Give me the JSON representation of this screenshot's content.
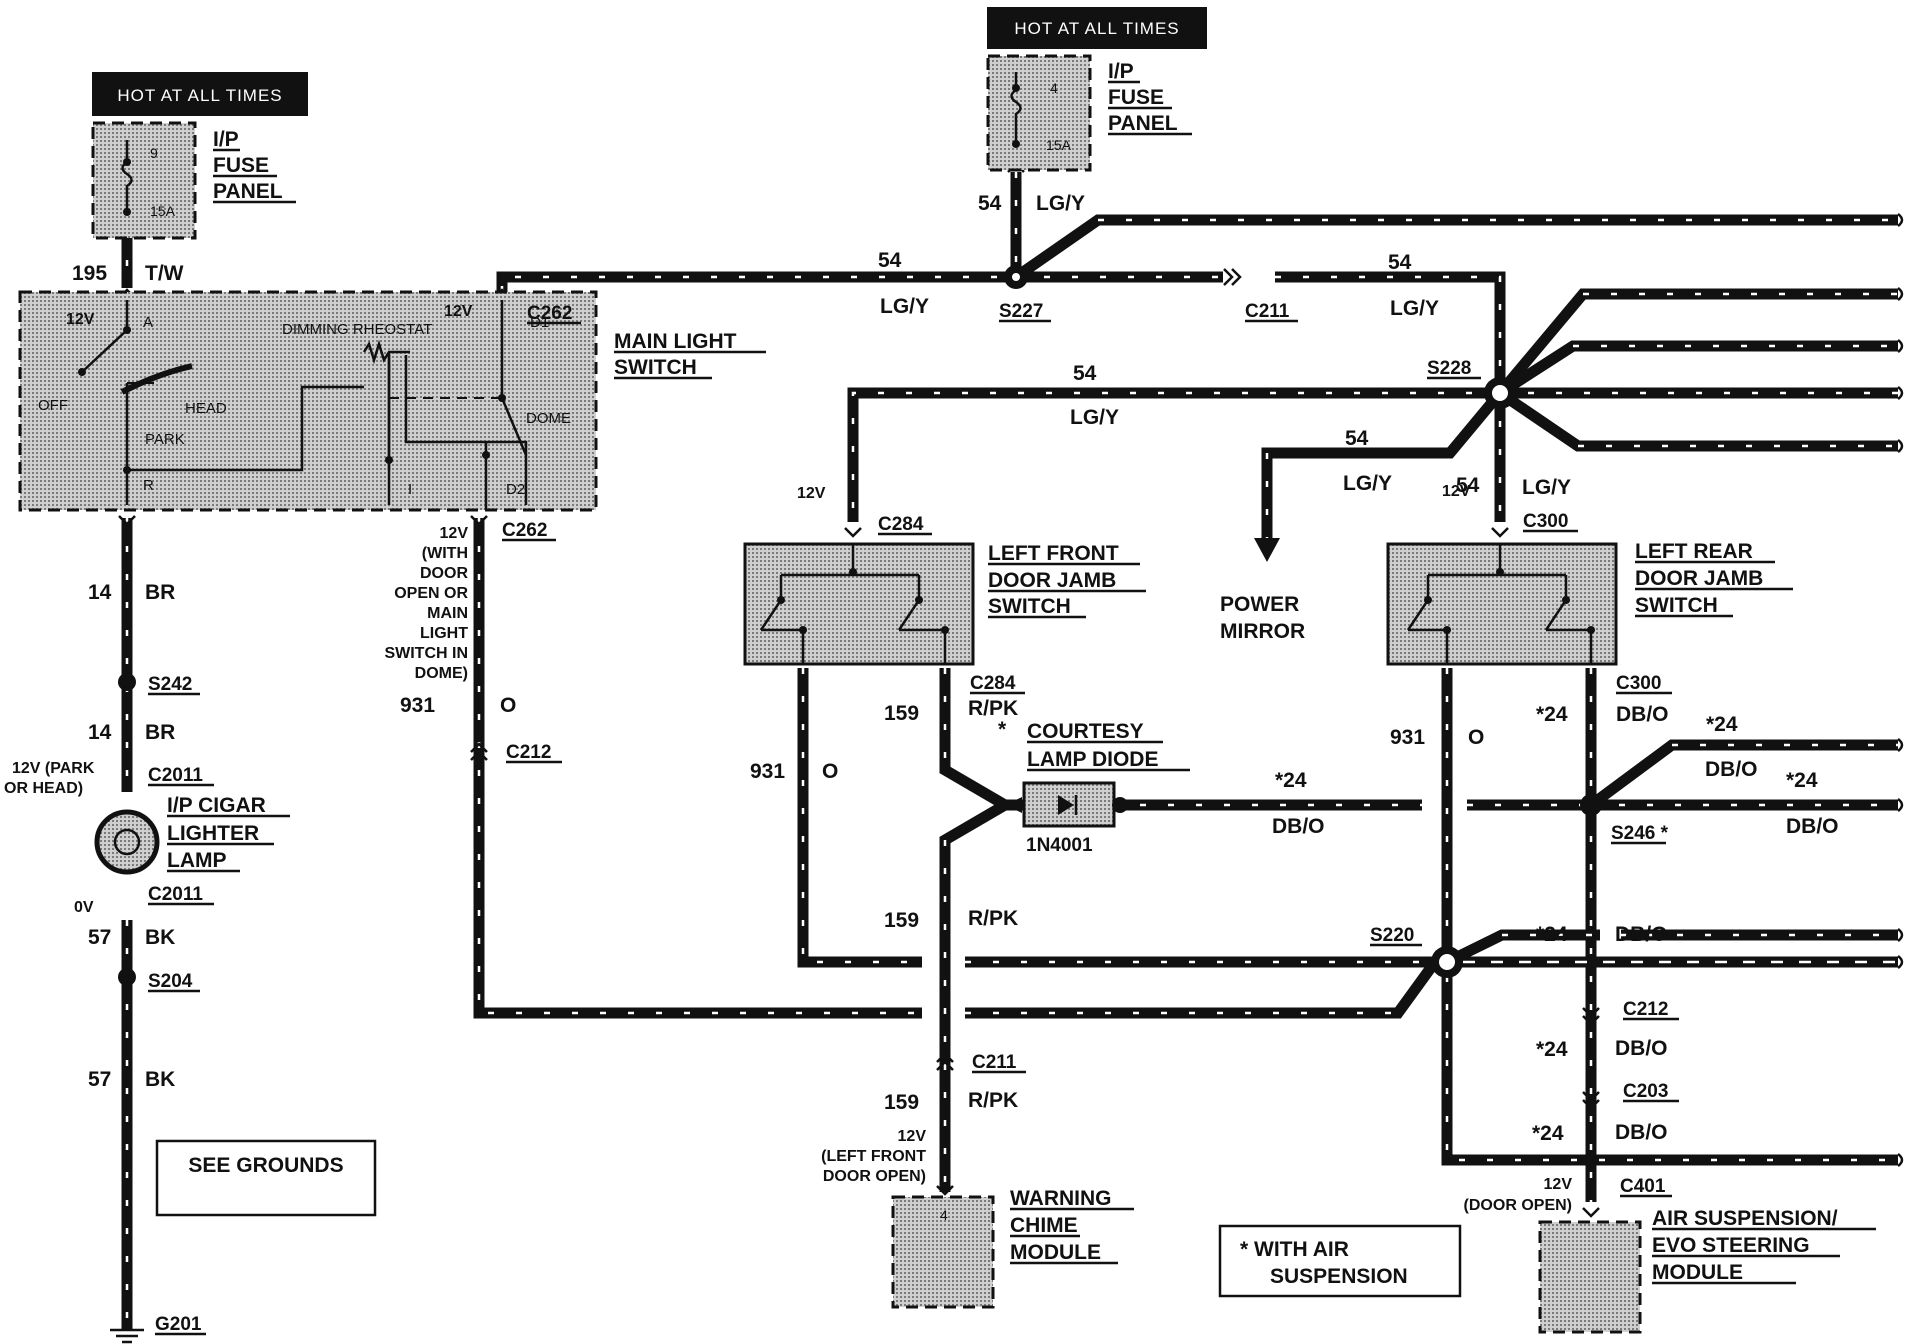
{
  "hot_left": "HOT AT ALL TIMES",
  "hot_top": "HOT AT ALL TIMES",
  "ip_fuse_panel": [
    "I/P",
    "FUSE",
    "PANEL"
  ],
  "fuse_9": "9",
  "fuse_4": "4",
  "fuse_15a": "15A",
  "w195": "195",
  "tw": "T/W",
  "w54": "54",
  "lgy": "LG/Y",
  "v12": "12V",
  "c262": "C262",
  "s227": "S227",
  "c211": "C211",
  "s228": "S228",
  "main_light_switch": [
    "MAIN LIGHT",
    "SWITCH"
  ],
  "switch_labels": {
    "dimming": "DIMMING RHEOSTAT",
    "off": "OFF",
    "head": "HEAD",
    "park": "PARK",
    "dome": "DOME",
    "a": "A",
    "r": "R",
    "i": "I",
    "d1": "D1",
    "d2": "D2"
  },
  "c262_note": [
    "12V",
    "(WITH",
    "DOOR",
    "OPEN OR",
    "MAIN",
    "LIGHT",
    "SWITCH IN",
    "DOME)"
  ],
  "w931": "931",
  "o": "O",
  "c212": "C212",
  "w14": "14",
  "br": "BR",
  "s242": "S242",
  "cig_note": [
    "12V (PARK",
    "OR HEAD)"
  ],
  "c2011": "C2011",
  "cigar_lamp": [
    "I/P CIGAR",
    "LIGHTER",
    "LAMP"
  ],
  "v0": "0V",
  "w57": "57",
  "bk": "BK",
  "s204": "S204",
  "see_grounds": "SEE GROUNDS",
  "g201": "G201",
  "c284": "C284",
  "left_front_door": [
    "LEFT FRONT",
    "DOOR JAMB",
    "SWITCH"
  ],
  "power_mirror": [
    "POWER",
    "MIRROR"
  ],
  "c300": "C300",
  "left_rear_door": [
    "LEFT REAR",
    "DOOR JAMB",
    "SWITCH"
  ],
  "w159": "159",
  "rpk": "R/PK",
  "star": "*",
  "courtesy_diode": [
    "COURTESY",
    "LAMP DIODE"
  ],
  "diode_part": "1N4001",
  "w24": "*24",
  "dbo": "DB/O",
  "s246": "S246 *",
  "s220": "S220",
  "c203": "C203",
  "chime_note": [
    "12V",
    "(LEFT FRONT",
    "DOOR OPEN)"
  ],
  "warning_chime": [
    "WARNING",
    "CHIME",
    "MODULE"
  ],
  "pin4": "4",
  "air_note": [
    "* WITH AIR",
    "SUSPENSION"
  ],
  "door_open_note": [
    "12V",
    "(DOOR OPEN)"
  ],
  "c401": "C401",
  "air_module": [
    "AIR SUSPENSION/",
    "EVO STEERING",
    "MODULE"
  ]
}
